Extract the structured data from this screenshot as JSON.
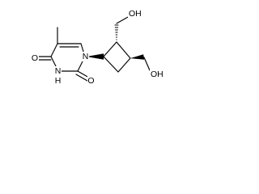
{
  "molecule": {
    "atom_labels": {
      "n1": "N",
      "nh3": "N",
      "h3": "H",
      "o2": "O",
      "o4": "O",
      "oh_upper": "OH",
      "oh_lower": "OH"
    }
  }
}
